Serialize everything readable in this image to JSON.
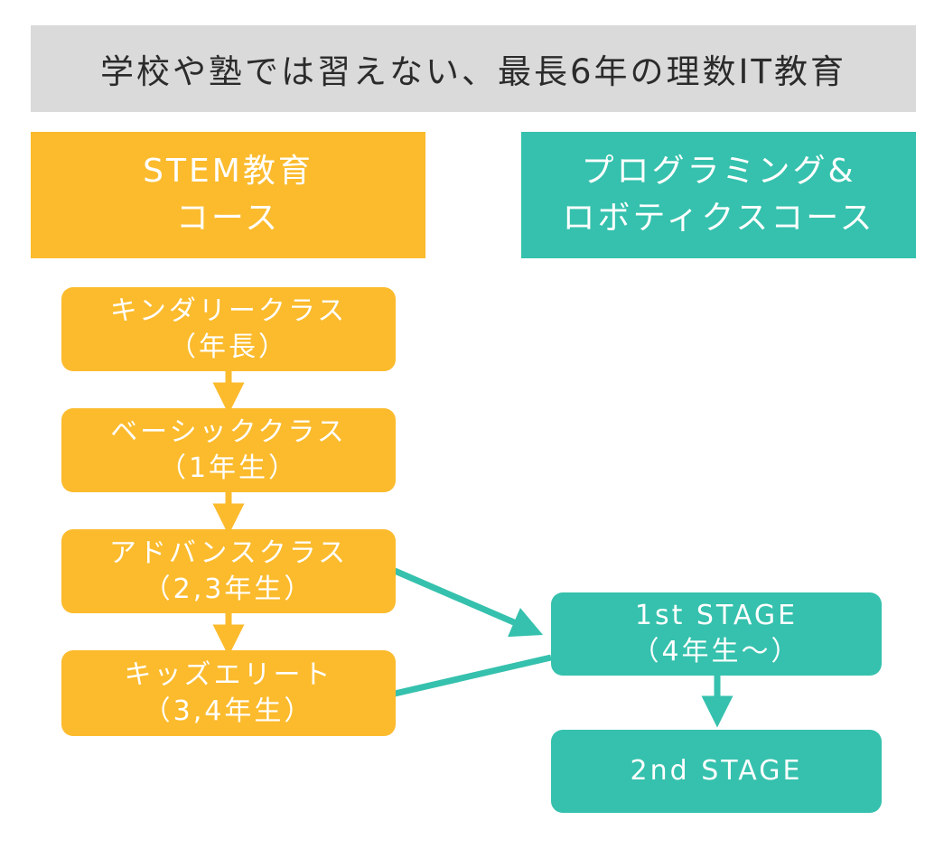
{
  "title": "学校や塾では習えない、最長6年の理数IT教育",
  "courses": [
    {
      "line1": "STEM教育",
      "line2": "コース"
    },
    {
      "line1": "プログラミング&",
      "line2": "ロボティクスコース"
    }
  ],
  "nodes": [
    {
      "id": "kindergarten",
      "line1": "キンダリークラス",
      "line2": "（年長）"
    },
    {
      "id": "basic",
      "line1": "ベーシッククラス",
      "line2": "（1年生）"
    },
    {
      "id": "advance",
      "line1": "アドバンスクラス",
      "line2": "（2,3年生）"
    },
    {
      "id": "kids-elite",
      "line1": "キッズエリート",
      "line2": "（3,4年生）"
    },
    {
      "id": "stage1",
      "line1": "1st STAGE",
      "line2": "（4年生～）"
    },
    {
      "id": "stage2",
      "line1": "2nd STAGE",
      "line2": ""
    }
  ],
  "edges": [
    {
      "from": "kindergarten",
      "to": "basic"
    },
    {
      "from": "basic",
      "to": "advance"
    },
    {
      "from": "advance",
      "to": "kids-elite"
    },
    {
      "from": "advance",
      "to": "stage1"
    },
    {
      "from": "kids-elite",
      "to": "stage1"
    },
    {
      "from": "stage1",
      "to": "stage2"
    }
  ],
  "colors": {
    "stem": "#fbbb2d",
    "programming": "#35c1ad",
    "banner": "#dadada",
    "title_text": "#2b2b2b"
  }
}
